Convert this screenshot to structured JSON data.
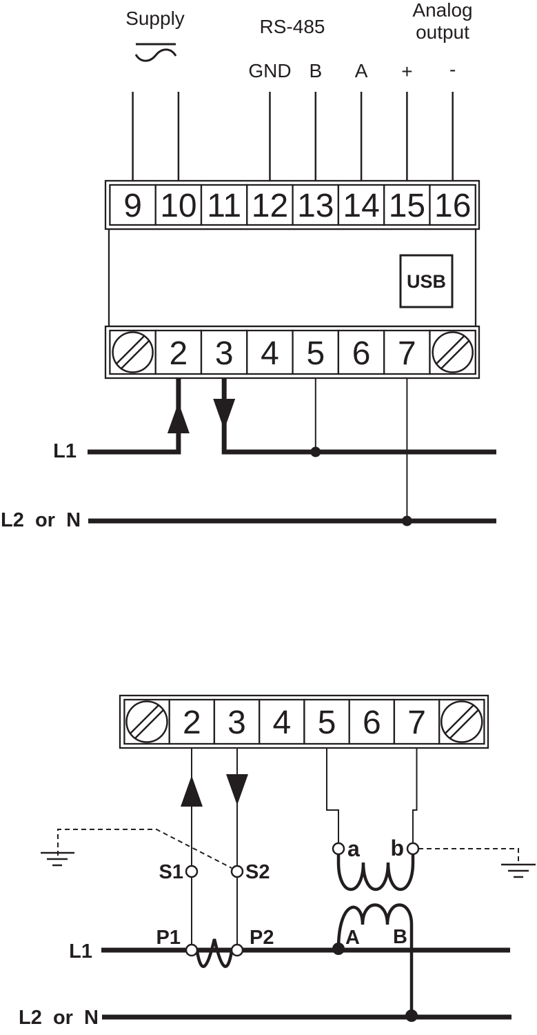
{
  "colors": {
    "ink": "#221e1f",
    "paper": "#ffffff"
  },
  "header": {
    "supply": "Supply",
    "rs485": "RS-485",
    "analog1": "Analog",
    "analog2": "output",
    "signals": [
      "GND",
      "B",
      "A",
      "+",
      "-"
    ]
  },
  "device": {
    "usb": "USB",
    "top_terminals": [
      "9",
      "10",
      "11",
      "12",
      "13",
      "14",
      "15",
      "16"
    ],
    "bottom_terminals": [
      "2",
      "3",
      "4",
      "5",
      "6",
      "7"
    ]
  },
  "diagram1": {
    "l1": "L1",
    "l2": "L2  or  N"
  },
  "diagram2": {
    "terminals": [
      "2",
      "3",
      "4",
      "5",
      "6",
      "7"
    ],
    "l1": "L1",
    "l2": "L2  or  N",
    "s1": "S1",
    "s2": "S2",
    "p1": "P1",
    "p2": "P2",
    "a": "a",
    "b": "b",
    "A": "A",
    "B": "B"
  }
}
